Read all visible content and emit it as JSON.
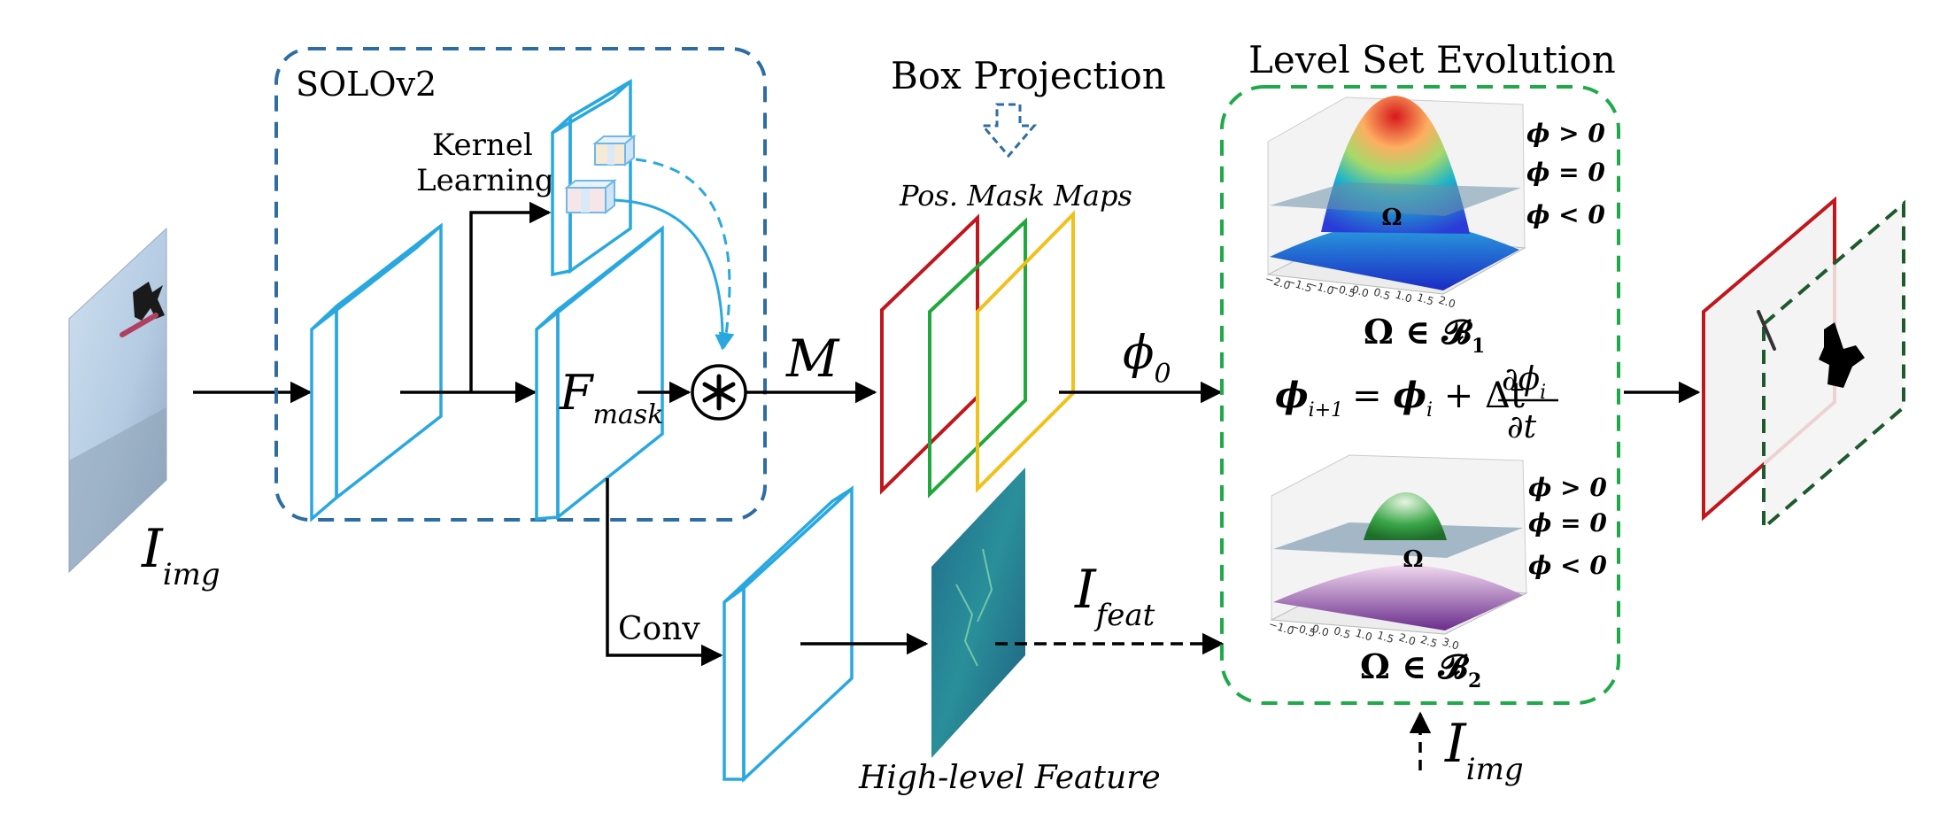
{
  "labels": {
    "solov2": "SOLOv2",
    "kernel_learning_1": "Kernel",
    "kernel_learning_2": "Learning",
    "f_mask_main": "F",
    "f_mask_sub": "mask",
    "m_label": "M",
    "conv": "Conv",
    "i_img_main": "I",
    "i_img_sub": "img",
    "box_projection": "Box Projection",
    "pos_mask_maps": "Pos. Mask Maps",
    "phi0_main": "ϕ",
    "phi0_sub": "0",
    "high_level_feature": "High-level Feature",
    "i_feat_main": "I",
    "i_feat_sub": "feat",
    "level_set_evolution": "Level Set Evolution",
    "omega": "Ω",
    "omega_b1_main": "Ω ∈ 𝓑",
    "omega_b1_sub": "1",
    "omega_b2_main": "Ω ∈ 𝓑",
    "omega_b2_sub": "2",
    "phi_gt": "ϕ > 0",
    "phi_eq": "ϕ = 0",
    "phi_lt": "ϕ < 0",
    "eq_lhs_main": "ϕ",
    "eq_lhs_sub": "i+1",
    "eq_mid_1": "= ",
    "eq_mid_phi": "ϕ",
    "eq_mid_sub": "i",
    "eq_mid_2": " + Δt",
    "eq_num_main": "∂ϕ",
    "eq_num_sub": "i",
    "eq_den": "∂t",
    "i_img2_main": "I",
    "i_img2_sub": "img"
  },
  "plot1_ticks": [
    "−2.0",
    "−1.5",
    "−1.0",
    "−0.5",
    "0.0",
    "0.5",
    "1.0",
    "1.5",
    "2.0"
  ],
  "plot2_ticks": [
    "−1.0",
    "−0.5",
    "0.0",
    "0.5",
    "1.0",
    "1.5",
    "2.0",
    "2.5",
    "3.0"
  ],
  "colors": {
    "solov2_box": "#2e6da4",
    "level_set_box": "#1faa4a",
    "feature_blue": "#29a8e0",
    "mask_red": "#c0161c",
    "mask_green": "#1fa83c",
    "mask_yellow": "#f2c01a",
    "arrow": "#000000"
  }
}
